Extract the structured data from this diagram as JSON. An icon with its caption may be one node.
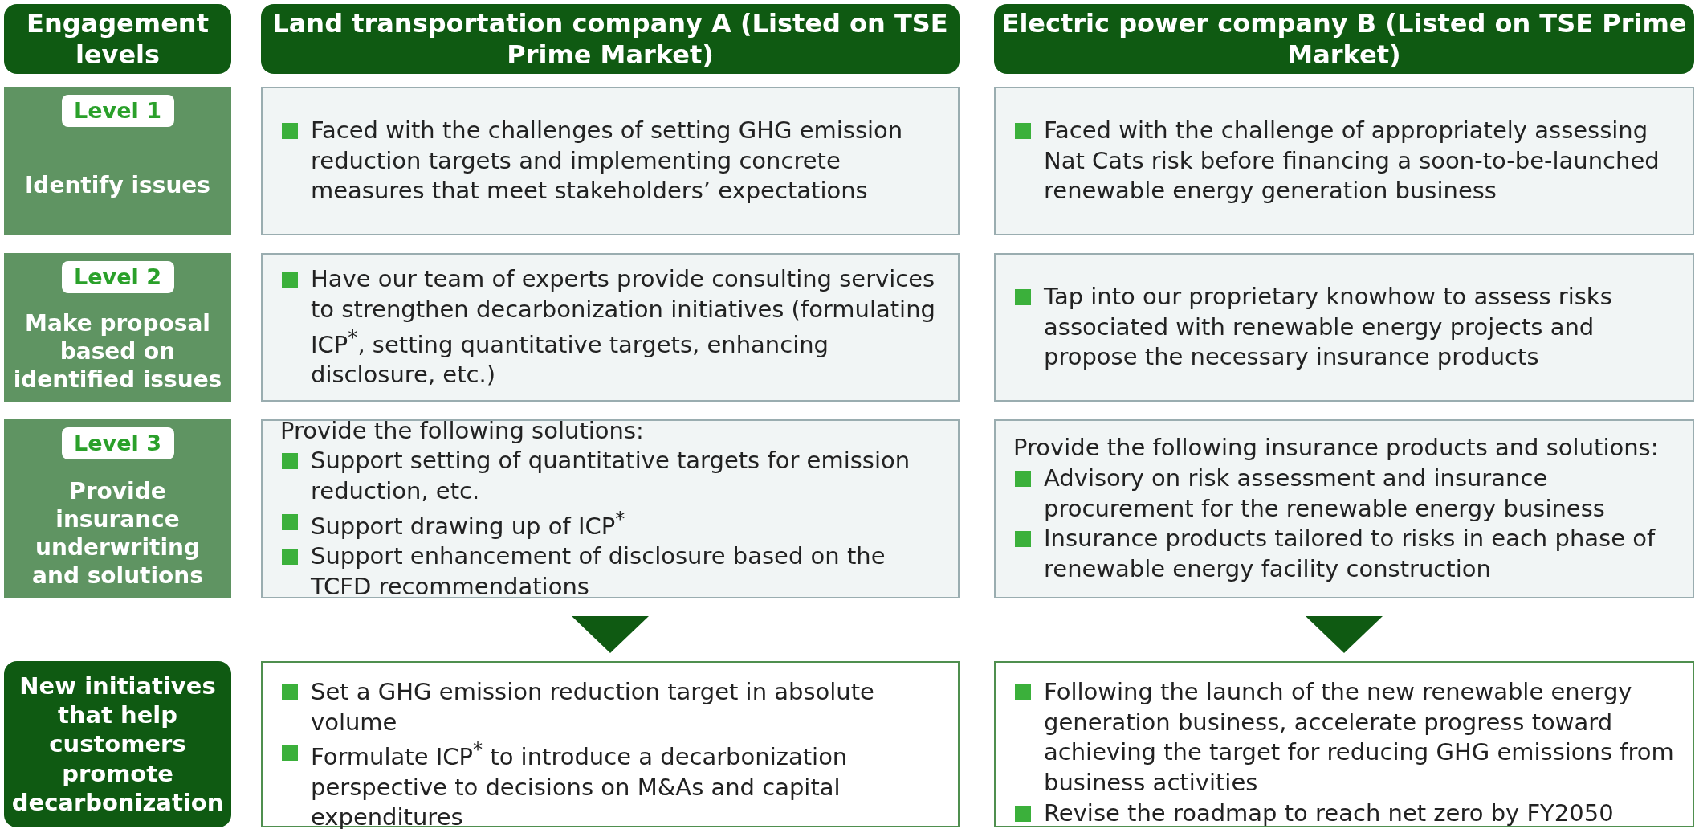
{
  "diagram": {
    "nodes": [
      {
        "text": [
          "Engagement levels"
        ]
      },
      {
        "text": [
          "Land transportation company A (Listed on TSE Prime Market)"
        ]
      },
      {
        "text": [
          "Electric power company B (Listed on TSE Prime Market)"
        ]
      },
      {
        "text": [
          "Identify issues"
        ]
      },
      {
        "text": [
          "Level 1"
        ],
        "in": 3
      },
      {
        "text": [
          "Faced with the challenges of setting GHG emission reduction targets and implementing concrete measures that meet stakeholders’ expectations"
        ]
      },
      {
        "text": [
          "Faced with the challenge of appropriately assessing Nat Cats risk before financing a soon-to-be-launched renewable energy generation business"
        ]
      },
      {
        "text": [
          "Make proposal based on identified issues"
        ]
      },
      {
        "text": [
          "Level 2"
        ],
        "in": 7
      },
      {
        "text": [
          "Have our team of experts provide consulting services to strengthen decarbonization initiatives (formulating ICP$^{*}$, setting quantitative targets, enhancing disclosure, etc.)"
        ]
      },
      {
        "text": [
          "Tap into our proprietary knowhow to assess risks associated with renewable energy projects and propose the necessary insurance products"
        ]
      },
      {
        "text": [
          "Provide insurance underwriting and solutions"
        ]
      },
      {
        "text": [
          "Level 3"
        ],
        "in": 11
      },
      {
        "text": [
          "Provide the following solutions:",
          "Support setting of quantitative targets for emission reduction, etc.",
          "Support drawing up of ICP$^{*}$",
          "Support enhancement of disclosure based on the TCFD recommendations"
        ]
      },
      {
        "text": [
          "Provide the following insurance products and solutions:",
          "Advisory on risk assessment and insurance procurement for the renewable energy business",
          "Insurance products tailored to risks in each phase of renewable energy facility construction"
        ]
      },
      {
        "text": [
          "New initiatives that help customers promote decarbonization"
        ]
      },
      {
        "text": [
          "Set a GHG emission reduction target in absolute volume",
          "Formulate ICP$^{*}$ to introduce a decarbonization perspective to decisions on M&As and capital expenditures"
        ]
      },
      {
        "text": [
          "Following the launch of the new renewable energy generation business, accelerate progress toward achieving the target for reducing GHG emissions from business activities",
          "Revise the roadmap to reach net zero by FY2050"
        ]
      }
    ],
    "edges": [
      {
        "from": 13,
        "to": 16,
        "arrow": "to"
      },
      {
        "from": 14,
        "to": 17,
        "arrow": "to"
      }
    ]
  }
}
